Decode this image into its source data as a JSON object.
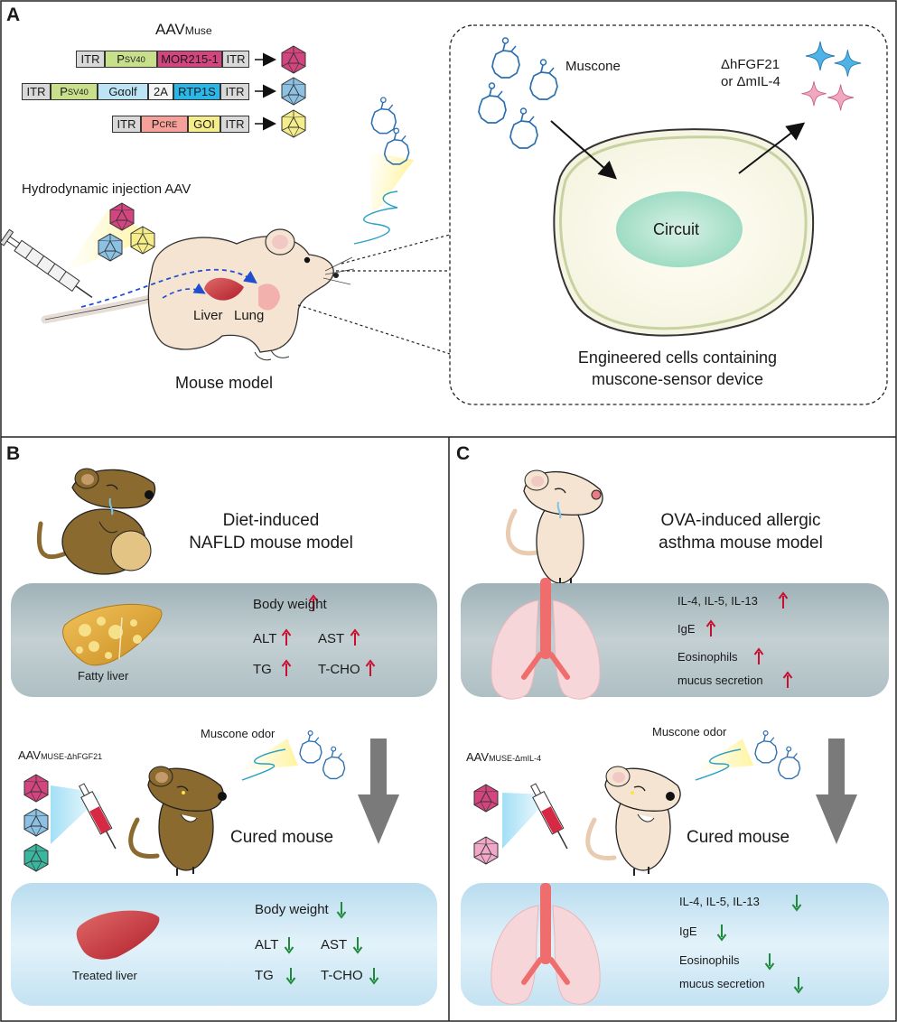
{
  "panels": {
    "a": "A",
    "b": "B",
    "c": "C"
  },
  "panel_a": {
    "aav_title_main": "AAV",
    "aav_title_sub": "Muse",
    "cassettes": [
      {
        "parts": [
          "ITR",
          "P",
          "SV40",
          "MOR215-1",
          "ITR"
        ]
      },
      {
        "parts": [
          "ITR",
          "P",
          "SV40",
          "Gαolf",
          "2A",
          "RTP1S",
          "ITR"
        ]
      },
      {
        "parts": [
          "ITR",
          "P",
          "CRE",
          "GOI",
          "ITR"
        ]
      }
    ],
    "injection_label": "Hydrodynamic injection AAV",
    "liver_label": "Liver",
    "lung_label": "Lung",
    "mouse_model_label": "Mouse model",
    "muscone_label": "Muscone",
    "output_line1": "ΔhFGF21",
    "output_line2": "or ΔmIL-4",
    "circuit_label": "Circuit",
    "engineered_line1": "Engineered cells containing",
    "engineered_line2": "muscone-sensor device"
  },
  "panel_b": {
    "title_line1": "Diet-induced",
    "title_line2": "NAFLD mouse model",
    "organ_top": "Fatty liver",
    "metrics_top": [
      "Body weight",
      "ALT",
      "AST",
      "TG",
      "T-CHO"
    ],
    "muscone_odor": "Muscone odor",
    "aav_main": "AAV",
    "aav_sub": "MUSE-ΔhFGF21",
    "cured": "Cured mouse",
    "organ_bottom": "Treated liver",
    "metrics_bottom": [
      "Body weight",
      "ALT",
      "AST",
      "TG",
      "T-CHO"
    ]
  },
  "panel_c": {
    "title_line1": "OVA-induced allergic",
    "title_line2": "asthma mouse model",
    "metrics_top": [
      "IL-4, IL-5, IL-13",
      "IgE",
      "Eosinophils",
      "mucus secretion"
    ],
    "muscone_odor": "Muscone odor",
    "aav_main": "AAV",
    "aav_sub": "MUSE-ΔmIL-4",
    "cured": "Cured mouse",
    "metrics_bottom": [
      "IL-4, IL-5, IL-13",
      "IgE",
      "Eosinophils",
      "mucus secretion"
    ]
  },
  "colors": {
    "up_arrow": "#c8102e",
    "down_arrow": "#1e8a3a",
    "panel_top_bg": "#b5c4c8",
    "panel_bottom_bg": "#cde6f3",
    "muscone": "#2c6fb0",
    "vector_pink": "#d3457f",
    "vector_blue": "#8cc1e3",
    "vector_yellow": "#f5ec8a",
    "vector_teal": "#3bb7a0",
    "mouse_brown": "#8a6a2e",
    "mouse_cream": "#f6e4d2"
  }
}
